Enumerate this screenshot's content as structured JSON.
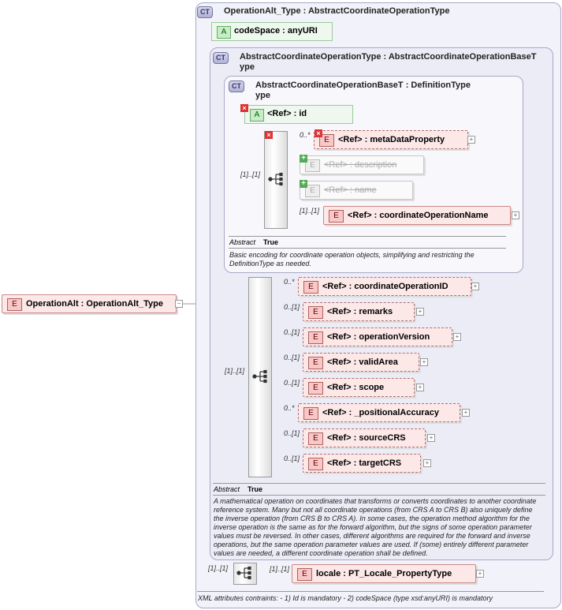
{
  "root_element": {
    "badge": "E",
    "label": "OperationAlt : OperationAlt_Type"
  },
  "outer_type": {
    "badge": "CT",
    "title": "OperationAlt_Type : AbstractCoordinateOperationType"
  },
  "codespace_attr": {
    "badge": "A",
    "label": "codeSpace : anyURI"
  },
  "mid_type": {
    "badge": "CT",
    "title_line1": "AbstractCoordinateOperationType : AbstractCoordinateOperationBaseT",
    "title_line2": "ype"
  },
  "inner_type": {
    "badge": "CT",
    "title_line1": "AbstractCoordinateOperationBaseT : DefinitionType",
    "title_line2": "ype"
  },
  "id_attr": {
    "badge": "A",
    "label": "<Ref>     : id"
  },
  "inner_sequence": {
    "occurrence": "[1]..[1]",
    "items": [
      {
        "occurrence": "0..*",
        "badge": "E",
        "label": "<Ref>      : metaDataProperty"
      },
      {
        "occurrence": "",
        "badge": "E",
        "label": "<Ref>      : description"
      },
      {
        "occurrence": "",
        "badge": "E",
        "label": "<Ref>      : name"
      },
      {
        "occurrence": "[1]..[1]",
        "badge": "E",
        "label": "<Ref>      : coordinateOperationName"
      }
    ]
  },
  "inner_notes": {
    "abstract_label": "Abstract",
    "abstract_value": "True",
    "description_line1": "Basic encoding for coordinate operation objects, simplifying and restricting the",
    "description_line2": "DefinitionType as needed."
  },
  "mid_sequence": {
    "occurrence": "[1]..[1]",
    "items": [
      {
        "occurrence": "0..*",
        "badge": "E",
        "label": "<Ref>      : coordinateOperationID"
      },
      {
        "occurrence": "0..[1]",
        "badge": "E",
        "label": "<Ref>      : remarks"
      },
      {
        "occurrence": "0..[1]",
        "badge": "E",
        "label": "<Ref>      : operationVersion"
      },
      {
        "occurrence": "0..[1]",
        "badge": "E",
        "label": "<Ref>      : validArea"
      },
      {
        "occurrence": "0..[1]",
        "badge": "E",
        "label": "<Ref>      : scope"
      },
      {
        "occurrence": "0..*",
        "badge": "E",
        "label": "<Ref>      : _positionalAccuracy"
      },
      {
        "occurrence": "0..[1]",
        "badge": "E",
        "label": "<Ref>      : sourceCRS"
      },
      {
        "occurrence": "0..[1]",
        "badge": "E",
        "label": "<Ref>      : targetCRS"
      }
    ]
  },
  "mid_notes": {
    "abstract_label": "Abstract",
    "abstract_value": "True",
    "lines": [
      "A mathematical operation on coordinates that transforms or converts coordinates to another coordinate",
      "reference system. Many but not all coordinate operations (from CRS A to CRS B) also uniquely define",
      "the inverse operation (from CRS B to CRS A). In some cases, the operation method algorithm for the",
      "inverse operation is the same as for the forward algorithm, but the signs of some operation parameter",
      "values must be reversed. In other cases, different algorithms are required for the forward and inverse",
      "operations, but the same operation parameter values are used. If (some) entirely different parameter",
      "values are needed, a different coordinate operation shall be defined."
    ]
  },
  "outer_sequence": {
    "occurrence": "[1]..[1]",
    "items": [
      {
        "occurrence": "[1]..[1]",
        "badge": "E",
        "label": "locale      : PT_Locale_PropertyType"
      }
    ]
  },
  "constraints_text": "XML attributes contraints: - 1) Id is mandatory - 2) codeSpace (type xsd:anyURI) is mandatory"
}
